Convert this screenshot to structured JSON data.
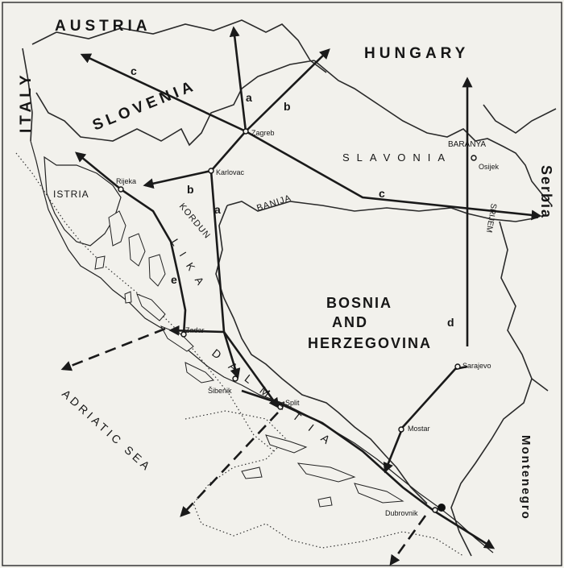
{
  "countries": {
    "austria": "AUSTRIA",
    "hungary": "HUNGARY",
    "italy": "ITALY",
    "slovenia": "SLOVENIA",
    "serbia": "Serbia",
    "montenegro": "Montenegro",
    "bosnia_line1": "BOSNIA",
    "bosnia_line2": "AND",
    "bosnia_line3": "HERZEGOVINA"
  },
  "regions": {
    "slavonia": "SLAVONIA",
    "baranya": "BARANYA",
    "srijem": "SRIJEM",
    "banija": "BANIJA",
    "kordun": "KORDUN",
    "istria": "ISTRIA",
    "lika": "LIKA",
    "dalmatia": "DALMATIA"
  },
  "cities": {
    "zagreb": "Zagreb",
    "karlovac": "Karlovac",
    "rijeka": "Rijeka",
    "osijek": "Osijek",
    "zadar": "Zadar",
    "sibenik": "Šibenik",
    "split": "Split",
    "sarajevo": "Sarajevo",
    "mostar": "Mostar",
    "dubrovnik": "Dubrovnik"
  },
  "routes": {
    "a": "a",
    "b": "b",
    "c": "c",
    "d": "d",
    "e": "e"
  },
  "sea": {
    "adriatic": "ADRIATIC SEA"
  },
  "colors": {
    "ink": "#161616",
    "paper": "#f2f1ec"
  }
}
